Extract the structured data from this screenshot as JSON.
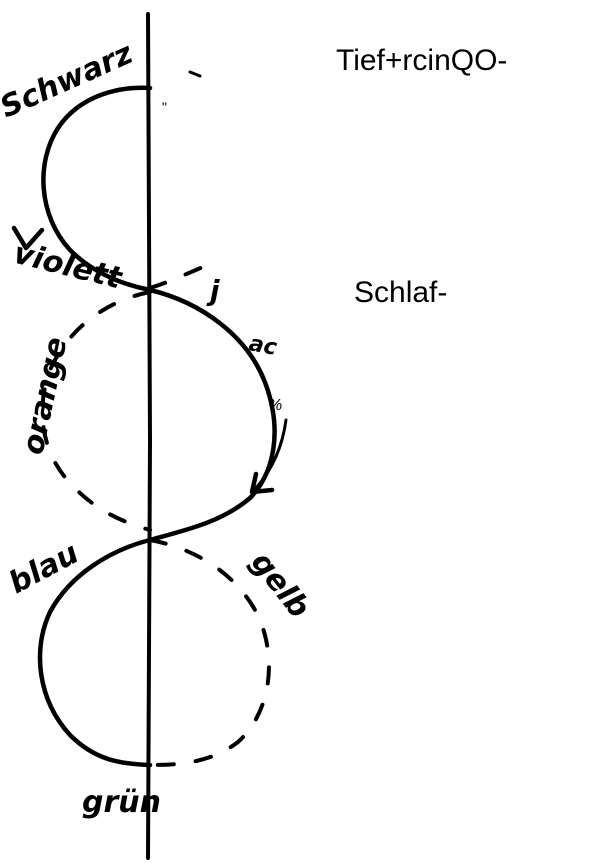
{
  "labels": {
    "schwarz": "Schwarz",
    "violett": "violett",
    "orange": "orange",
    "blau": "blau",
    "gelb": "gelb",
    "gruen": "grün",
    "mark_j": "j",
    "mark_ac": "ac",
    "mark_percent": "%"
  },
  "side_text": {
    "top": "Tief+rcinQO-",
    "middle": "Schlaf-"
  },
  "colors": {
    "ink": "#000000",
    "background": "#ffffff"
  }
}
